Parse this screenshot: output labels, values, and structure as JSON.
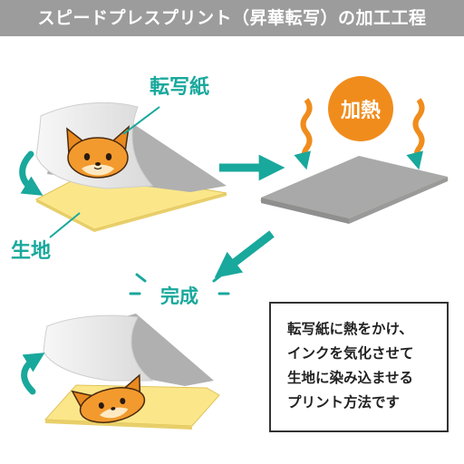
{
  "header": {
    "title": "スピードプレスプリント（昇華転写）の加工工程"
  },
  "labels": {
    "transfer_paper": "転写紙",
    "fabric": "生地",
    "heat": "加熱",
    "complete": "完成"
  },
  "note": {
    "lines": [
      "転写紙に熱をかけ、",
      "インクを気化させて",
      "生地に染み込ませる",
      "プリント方法です"
    ]
  },
  "colors": {
    "header_bg": "#9c9c9c",
    "accent_teal": "#19a89c",
    "heat_orange": "#f08c1c",
    "fabric_yellow": "#fbe78a",
    "paper_gray": "#a9a9a9"
  },
  "icons": [
    "fox-icon",
    "curved-arrow-icon",
    "right-arrow-icon",
    "down-left-arrow-icon",
    "heat-wave-icon"
  ]
}
